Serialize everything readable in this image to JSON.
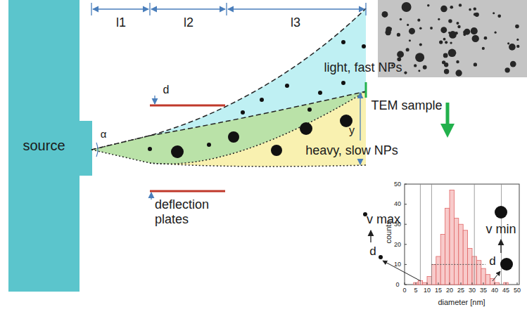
{
  "diagram": {
    "nodes": [
      {
        "text": [
          "source"
        ]
      }
    ],
    "labels": [
      "l1",
      "l2",
      "l3",
      "α",
      "d",
      "light, fast NPs",
      "TEM sample",
      "y",
      "heavy, slow NPs",
      "deflection plates",
      "v max",
      "d",
      "v min",
      "d",
      "counts",
      "0",
      "10",
      "20",
      "30",
      "40",
      "50",
      "0",
      "5",
      "10",
      "15",
      "20",
      "25",
      "30",
      "35",
      "40",
      "45",
      "50",
      "diameter [nm]"
    ]
  }
}
